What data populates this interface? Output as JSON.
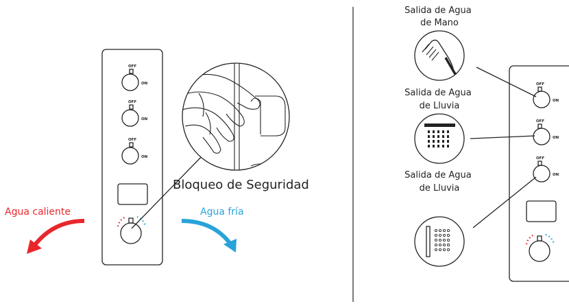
{
  "left_panel": {
    "switch_off": "OFF",
    "switch_on": "ON",
    "callout_label": "Bloqueo de Seguridad",
    "hot_label": "Agua caliente",
    "cold_label": "Agua fría"
  },
  "right_panel": {
    "outlet_hand": [
      "Salida de Agua",
      "de Mano"
    ],
    "outlet_rain_1": [
      "Salida de Agua",
      "de Lluvia"
    ],
    "outlet_rain_2": [
      "Salida de Agua",
      "de Lluvia"
    ],
    "switch_off": "OFF",
    "switch_on": "ON"
  },
  "colors": {
    "hot": "#e8262b",
    "cold": "#29a3d9",
    "line": "#222222"
  }
}
